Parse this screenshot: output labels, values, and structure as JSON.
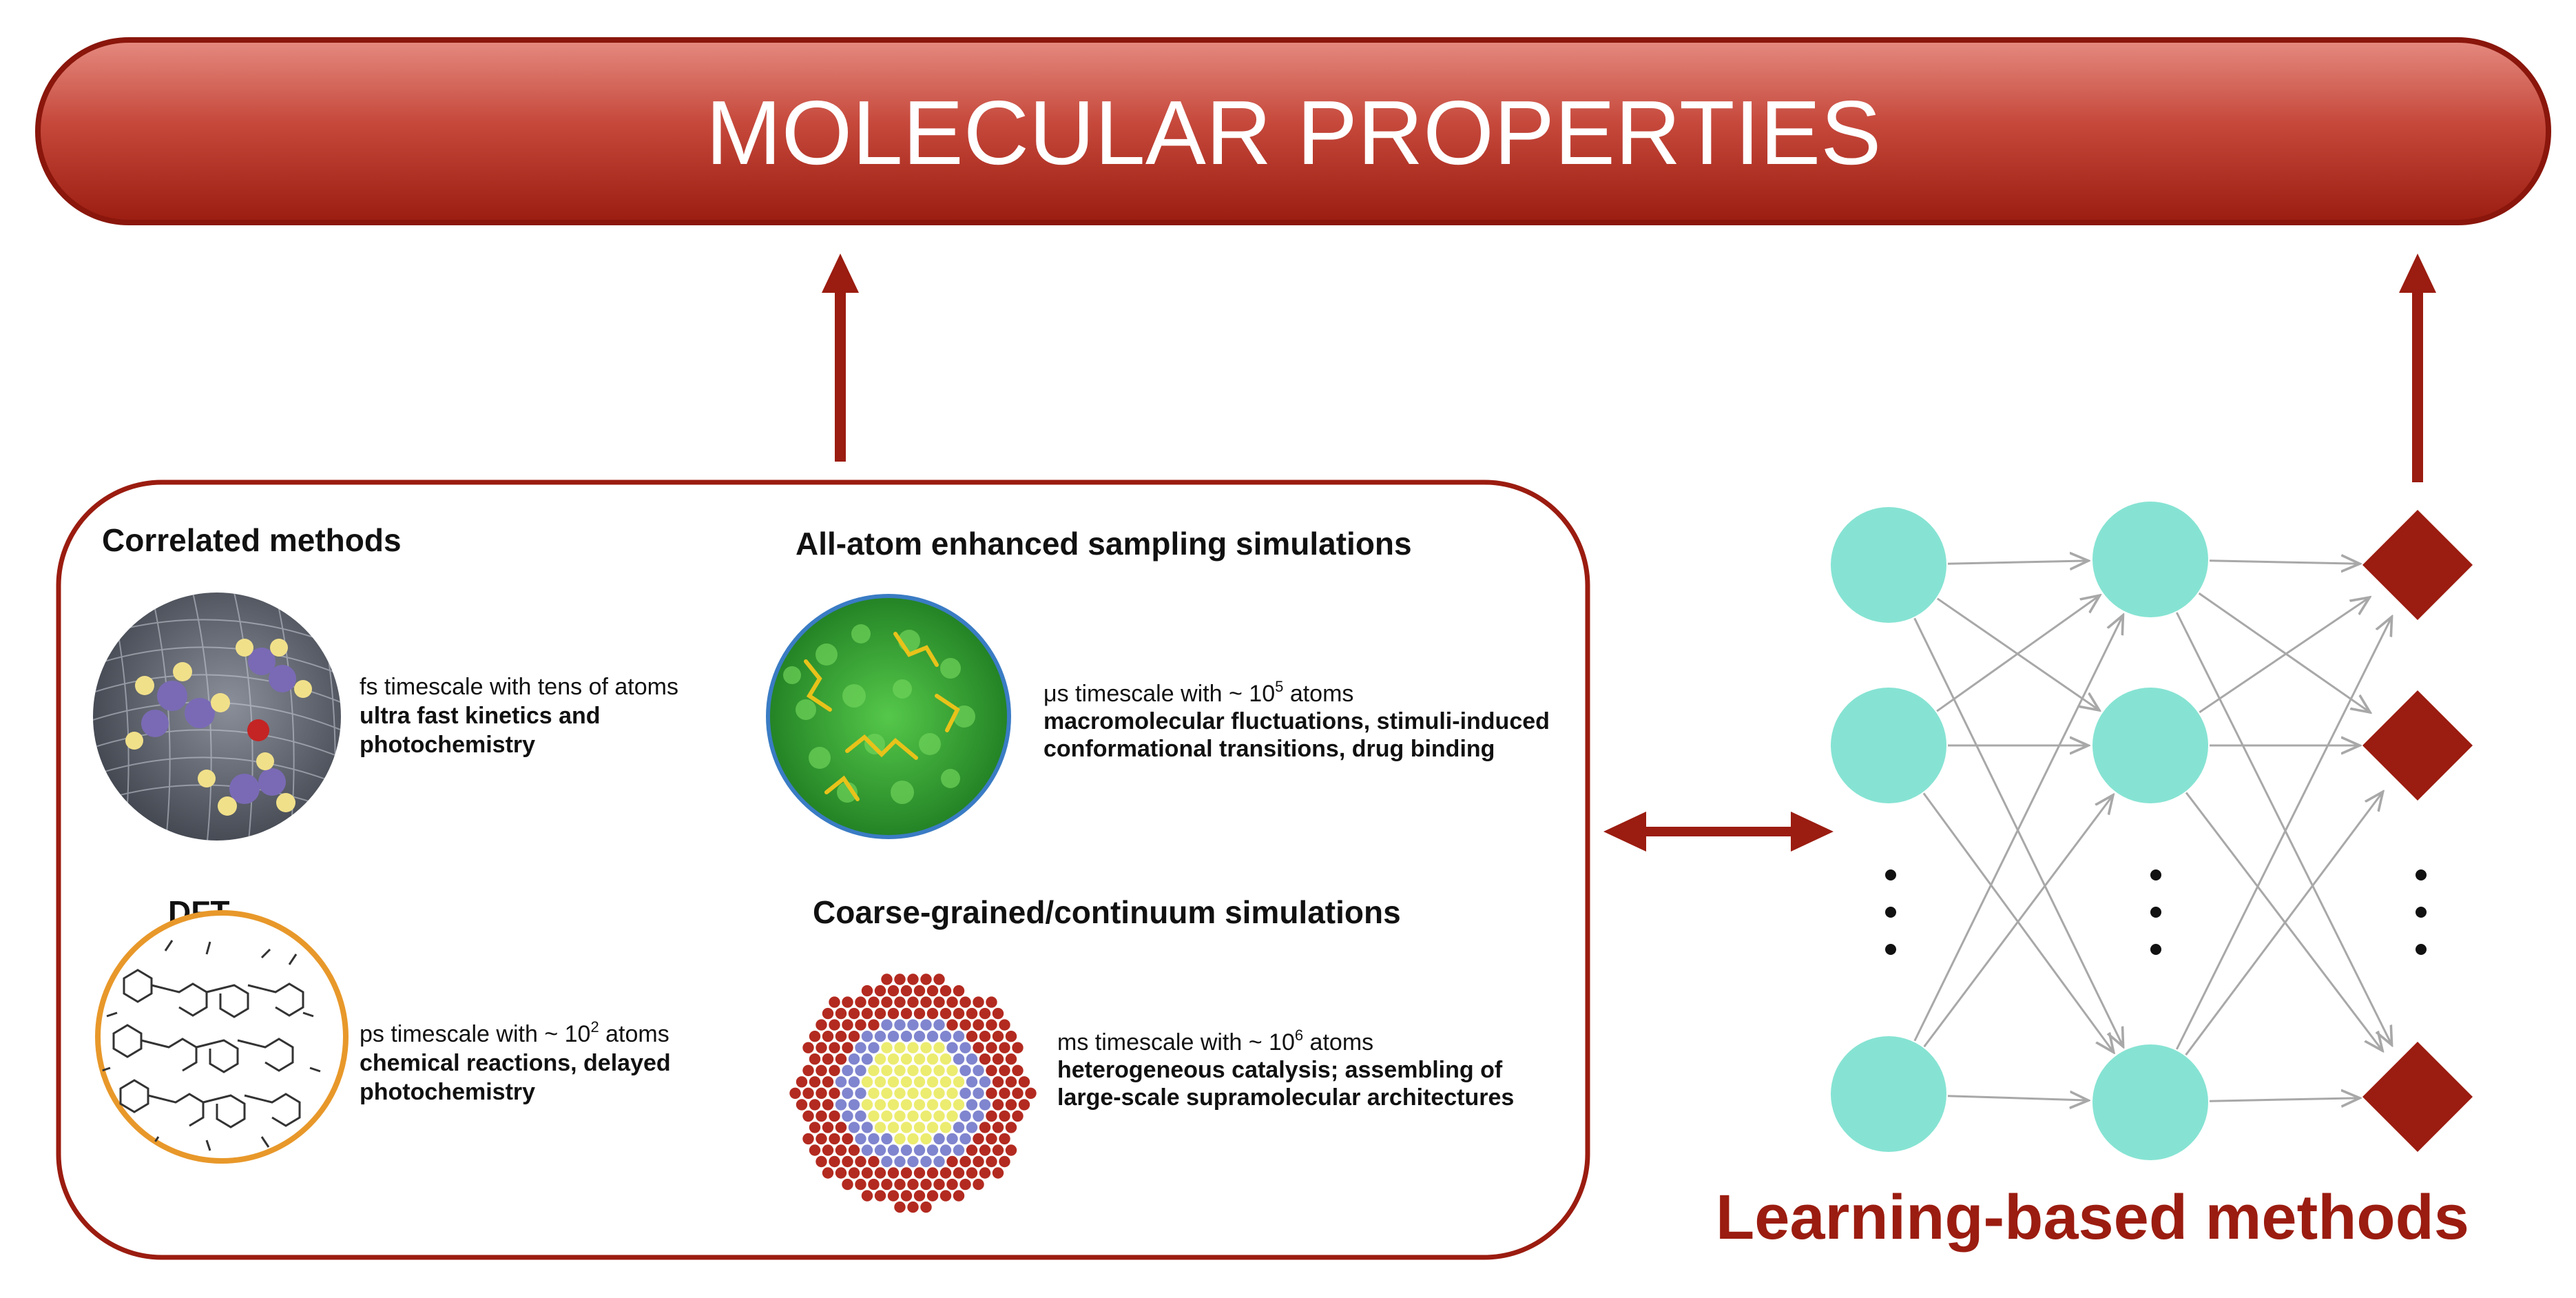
{
  "banner": {
    "title": "MOLECULAR PROPERTIES"
  },
  "methods": {
    "correlated": {
      "title": "Correlated methods",
      "line1": "fs timescale with tens of atoms",
      "line2": "ultra fast kinetics and",
      "line3": "photochemistry"
    },
    "dft": {
      "title": "DFT",
      "line1_pre": "ps timescale with ~ 10",
      "line1_sup": "2",
      "line1_post": " atoms",
      "line2": "chemical reactions, delayed",
      "line3": "photochemistry"
    },
    "all_atom": {
      "title": "All-atom enhanced sampling simulations",
      "line1_pre": "μs timescale with ~ 10",
      "line1_sup": "5",
      "line1_post": " atoms",
      "line2": "macromolecular fluctuations, stimuli-induced",
      "line3": "conformational transitions, drug binding"
    },
    "coarse": {
      "title": "Coarse-grained/continuum simulations",
      "line1_pre": "ms timescale with ~ 10",
      "line1_sup": "6",
      "line1_post": " atoms",
      "line2": "heterogeneous catalysis; assembling of",
      "line3": "large-scale supramolecular architectures"
    }
  },
  "learning": {
    "label": "Learning-based methods",
    "ellipsis": "⋮"
  },
  "colors": {
    "accent": "#9b1c10",
    "banner_light": "#de7b70",
    "node": "#86e3d3",
    "edge": "#a8a8a8",
    "molecule_purple": "#7a6ab5",
    "molecule_yellow": "#f1e08a",
    "dft_ring": "#e8982a",
    "protein_green": "#3aa83a",
    "cg_red": "#b32a20",
    "cg_blue": "#8085cf",
    "cg_yellow": "#ecec70"
  }
}
